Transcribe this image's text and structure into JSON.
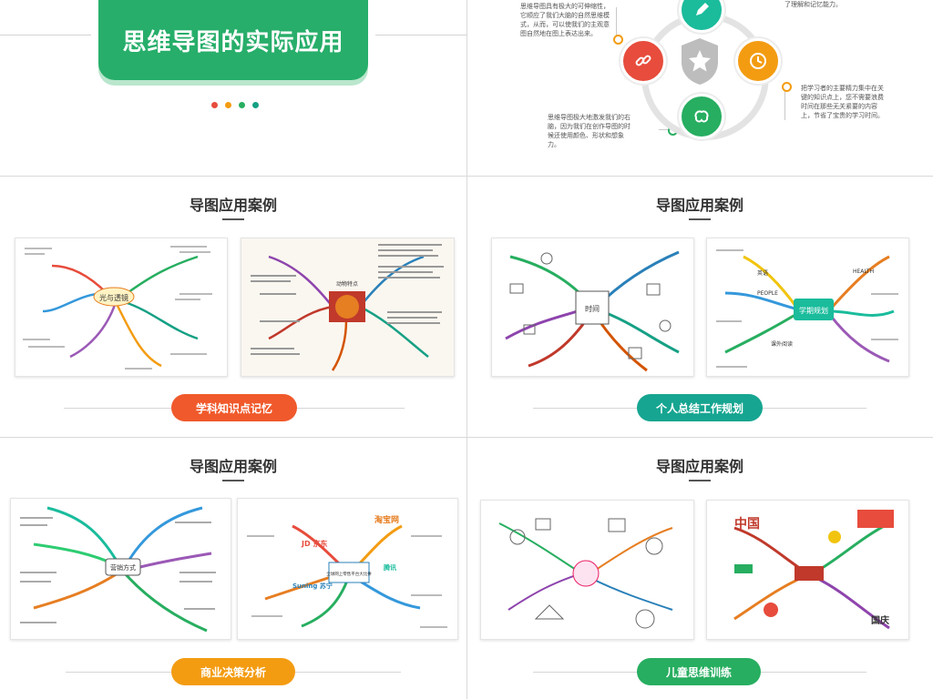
{
  "slide1": {
    "title": "思维导图的实际应用",
    "dot_colors": [
      "#e74c3c",
      "#f39c12",
      "#27ae60",
      "#16a085"
    ]
  },
  "slide2": {
    "text_top_left": "思维导图具有极大的可伸缩性，它顺应了我们大脑的自然思维模式，从而，可以使我们的主观意图自然地在图上表达出来。",
    "text_top_right": "了理解和记忆能力。",
    "text_right": "把学习者的主要精力集中在关键的知识点上，您不需要浪费时间在那些无关紧要的内容上，节省了宝贵的学习时间。",
    "text_bottom_left": "思维导图极大地激发我们的右脑，因为我们在创作导图的时候还使用颜色、形状和想象力。",
    "nodes": [
      {
        "icon": "pencil-icon",
        "color": "#1abc9c"
      },
      {
        "icon": "link-icon",
        "color": "#e74c3c"
      },
      {
        "icon": "clock-icon",
        "color": "#f39c12"
      },
      {
        "icon": "brain-icon",
        "color": "#27ae60"
      }
    ],
    "center_icon": "star-shield-icon"
  },
  "slide3": {
    "title": "导图应用案例",
    "button_label": "学科知识点记忆",
    "button_color": "#f0592b",
    "image1_label": "光与透镜",
    "image2_label": "动物特点"
  },
  "slide4": {
    "title": "导图应用案例",
    "button_label": "个人总结工作规划",
    "button_color": "#16a591",
    "image1_label": "时间",
    "image2_label": "学期规划",
    "image2_tags": [
      "英语",
      "PEOPLE",
      "HEALTH",
      "课外阅读"
    ]
  },
  "slide5": {
    "title": "导图应用案例",
    "button_label": "商业决策分析",
    "button_color": "#f39c12",
    "image1_label": "营销方式",
    "image2_brands": [
      "淘宝网",
      "JD 京东",
      "Suning 苏宁",
      "腾讯"
    ],
    "image2_center": "全球网上零售平台大比拼"
  },
  "slide6": {
    "title": "导图应用案例",
    "button_label": "儿童思维训练",
    "button_color": "#27ae60",
    "image2_labels": [
      "中国",
      "国庆"
    ]
  }
}
